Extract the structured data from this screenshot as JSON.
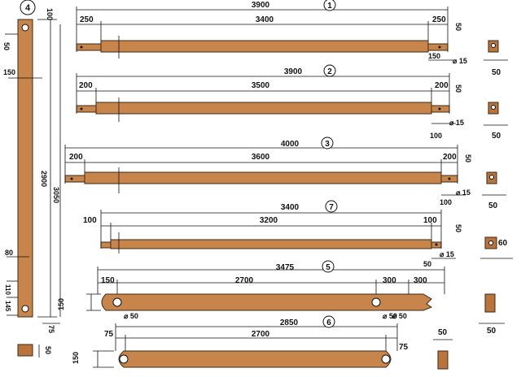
{
  "parts": {
    "p1": {
      "num": "1",
      "total": "3900",
      "mid": "3400",
      "left": "250",
      "right": "250",
      "h": "50",
      "end": "150",
      "hole": "⌀ 15",
      "sec": "50"
    },
    "p2": {
      "num": "2",
      "total": "3900",
      "mid": "3500",
      "left": "200",
      "right": "200",
      "h": "50",
      "end": "100",
      "hole": "⌀ 15",
      "sec": "50"
    },
    "p3": {
      "num": "3",
      "total": "4000",
      "mid": "3600",
      "left": "200",
      "right": "200",
      "h": "50",
      "end": "100",
      "hole": "⌀ 15",
      "sec": "50"
    },
    "p7": {
      "num": "7",
      "total": "3400",
      "mid": "3200",
      "left": "100",
      "right": "100",
      "h": "50",
      "end": "50",
      "hole": "⌀ 15",
      "sec": "60"
    },
    "p5": {
      "num": "5",
      "total": "3475",
      "mid": "2700",
      "left": "150",
      "r1": "300",
      "r2": "300",
      "h": "150",
      "hole1": "⌀ 50",
      "hole2": "⌀ 50",
      "sec": "50"
    },
    "p6": {
      "num": "6",
      "total": "2850",
      "mid": "2700",
      "left": "75",
      "right": "75",
      "h": "150",
      "hole": "⌀ 50",
      "sec": "50"
    },
    "p4": {
      "num": "4",
      "top": "100",
      "topw": "50",
      "width": "150",
      "len1": "2900",
      "len2": "3050",
      "d80": "80",
      "d110": "110",
      "d145": "145",
      "bot": "75",
      "sec": "50"
    }
  }
}
